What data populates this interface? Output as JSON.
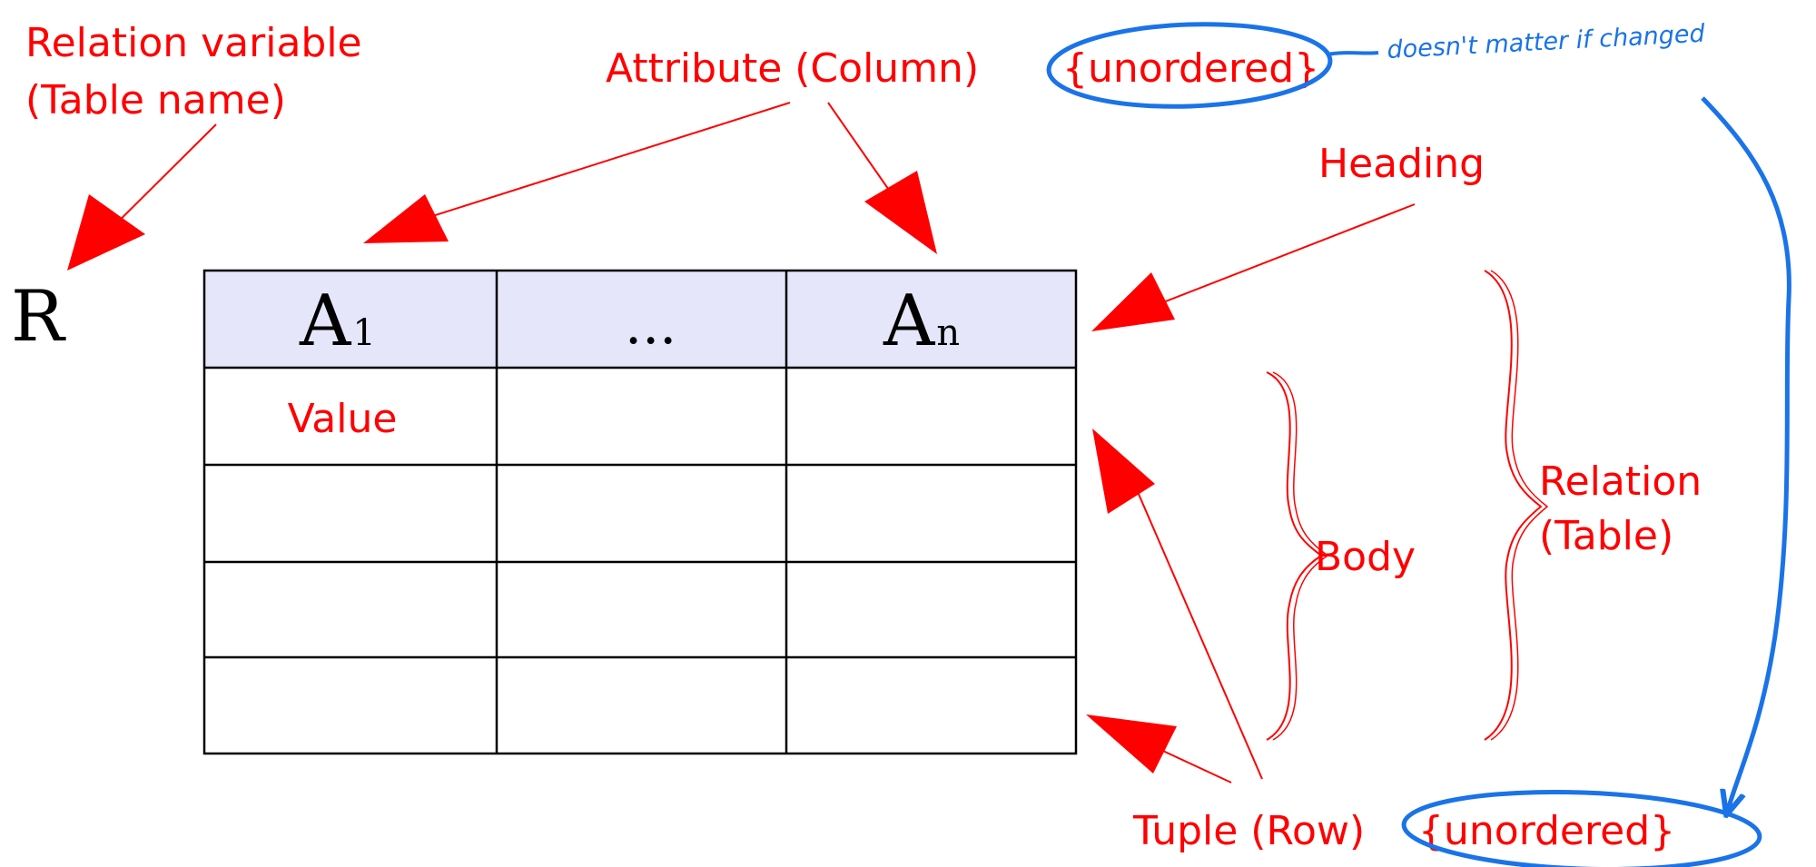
{
  "labels": {
    "relation_variable_line1": "Relation variable",
    "relation_variable_line2": "(Table name)",
    "attribute": "Attribute (Column)",
    "attribute_unordered": "{unordered}",
    "handwritten_note": "doesn't matter if changed",
    "heading": "Heading",
    "body": "Body",
    "relation_line1": "Relation",
    "relation_line2": "(Table)",
    "tuple": "Tuple (Row)",
    "tuple_unordered": "{unordered}"
  },
  "table": {
    "relation_symbol": "R",
    "headers": [
      {
        "main": "A",
        "sub": "1"
      },
      {
        "main": "...",
        "sub": ""
      },
      {
        "main": "A",
        "sub": "n"
      }
    ],
    "value_label": "Value"
  },
  "colors": {
    "annotation": "#ff0000",
    "handwriting": "#1a73e8",
    "header_fill": "#e6e6fa",
    "grid": "#000000"
  }
}
